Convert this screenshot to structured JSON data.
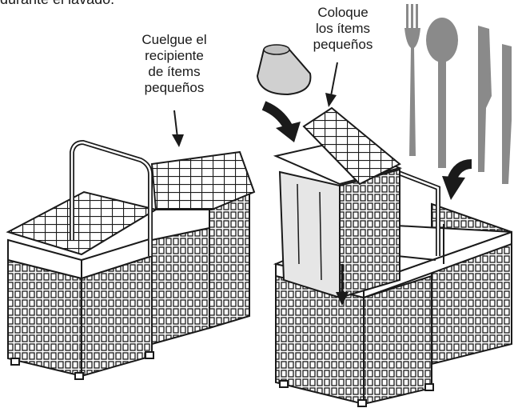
{
  "header": {
    "caption": "durante el lavado."
  },
  "labels": {
    "hang_holder": "Cuelgue el\nrecipiente\nde ítems\npequeños",
    "place_items": "Coloque\nlos ítems\npequeños"
  },
  "colors": {
    "line": "#1a1a1a",
    "cutlery": "#8a8a8a",
    "funnel": "#d0d0d0",
    "holder_fill": "#e6e6e6",
    "arrow": "#1a1a1a"
  }
}
